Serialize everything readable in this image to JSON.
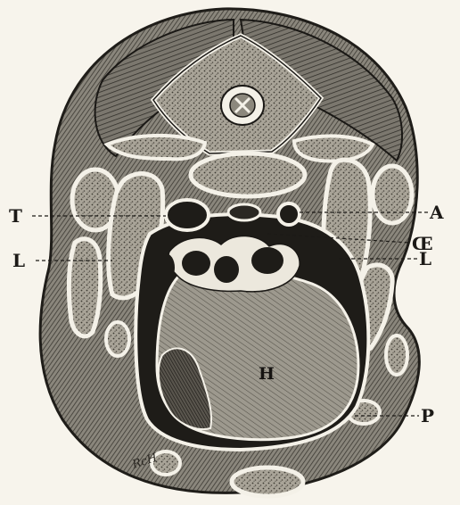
{
  "figure": {
    "labels": {
      "T": "T",
      "A": "A",
      "OE": "Œ",
      "L_left": "L",
      "L_right": "L",
      "H": "H",
      "P": "P"
    },
    "engraver_signature": "RcH"
  }
}
